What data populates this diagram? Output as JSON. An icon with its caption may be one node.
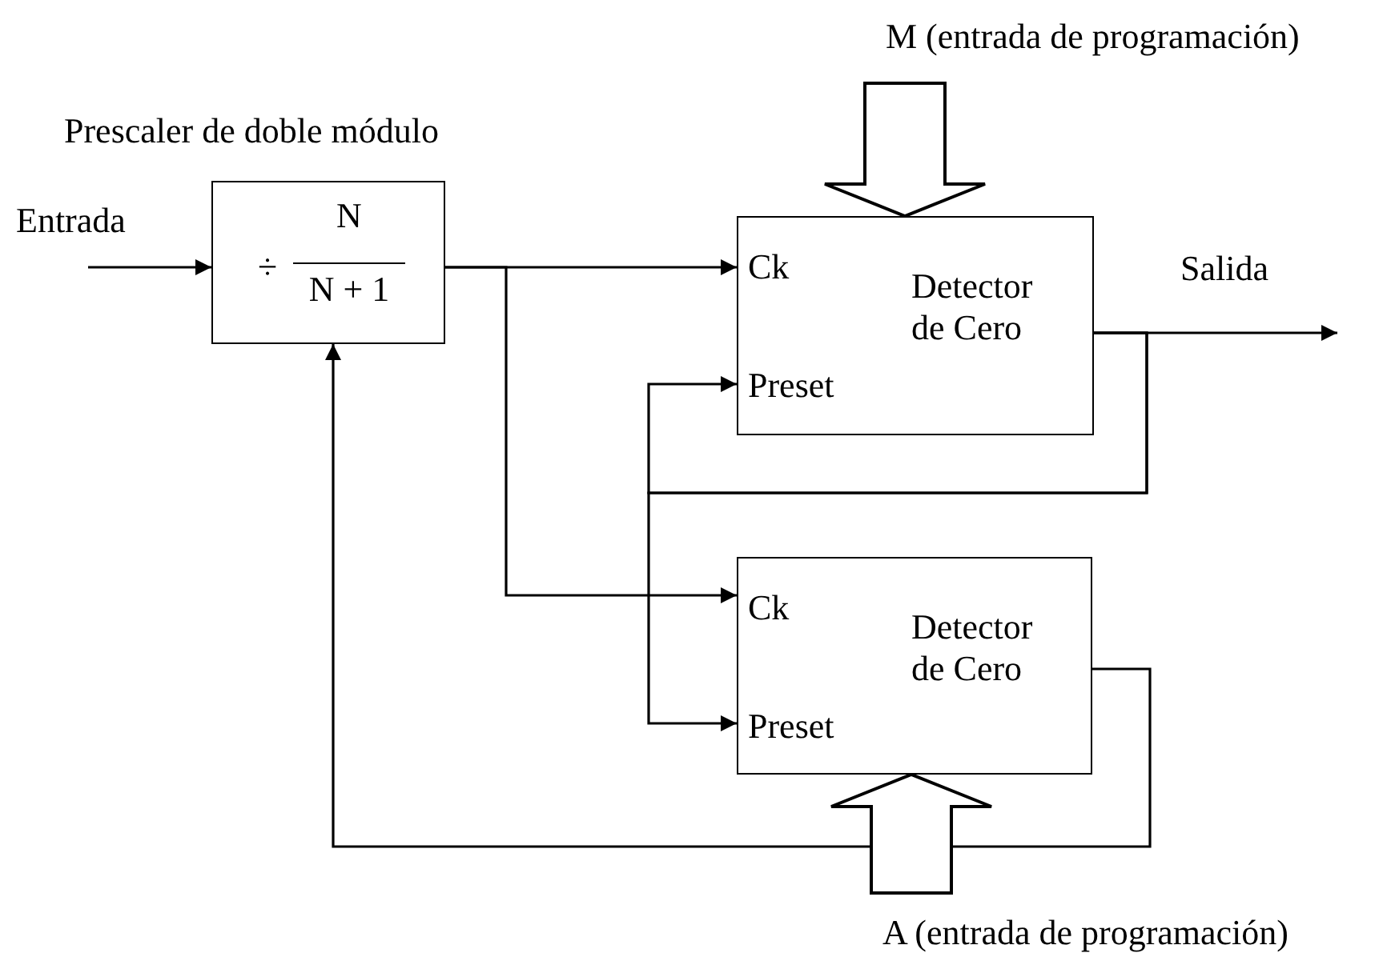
{
  "diagram": {
    "nodes": [
      {
        "text": [
          "÷",
          "N",
          "N + 1"
        ],
        "beside": [
          "Prescaler de doble módulo"
        ]
      },
      {
        "text": [
          "Ck",
          "Preset",
          "Detector de Cero"
        ]
      },
      {
        "text": [
          "Ck",
          "Preset",
          "Detector de Cero"
        ]
      },
      {
        "text": [
          "M (entrada de programación)"
        ]
      },
      {
        "text": [
          "A (entrada de programación)"
        ]
      }
    ],
    "edges": [
      {
        "from": null,
        "to": 0,
        "arrow": "to",
        "label": "Entrada"
      },
      {
        "from": 0,
        "to": 1,
        "arrow": "to"
      },
      {
        "from": 0,
        "to": 2,
        "arrow": "to"
      },
      {
        "from": 1,
        "to": null,
        "arrow": "to",
        "label": "Salida"
      },
      {
        "from": 1,
        "to": 1,
        "arrow": "to"
      },
      {
        "from": 1,
        "to": 2,
        "arrow": "to"
      },
      {
        "from": 2,
        "to": 0,
        "arrow": "to"
      },
      {
        "from": 3,
        "to": 1,
        "arrow": "to",
        "style": "thick"
      },
      {
        "from": 4,
        "to": 2,
        "arrow": "to",
        "style": "thick"
      }
    ]
  }
}
